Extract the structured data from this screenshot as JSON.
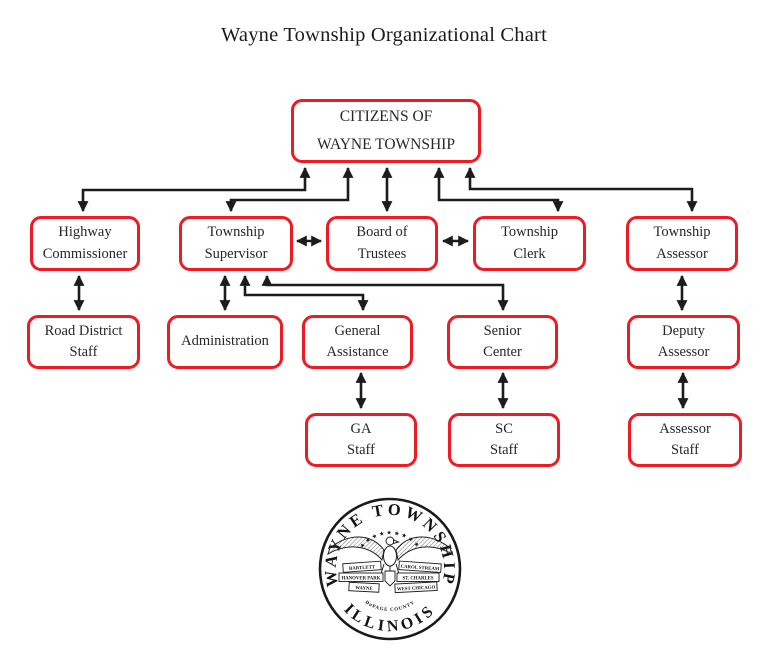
{
  "title": "Wayne Township Organizational Chart",
  "colors": {
    "box_border": "#ed1b23",
    "connector": "#1c1c1c",
    "text": "#26262e",
    "background": "#ffffff"
  },
  "chart": {
    "type": "org-chart",
    "nodes": {
      "citizens": {
        "line1": "CITIZENS OF",
        "line2": "WAYNE TOWNSHIP"
      },
      "highway_commissioner": {
        "line1": "Highway",
        "line2": "Commissioner"
      },
      "township_supervisor": {
        "line1": "Township",
        "line2": "Supervisor"
      },
      "board_of_trustees": {
        "line1": "Board of",
        "line2": "Trustees"
      },
      "township_clerk": {
        "line1": "Township",
        "line2": "Clerk"
      },
      "township_assessor": {
        "line1": "Township",
        "line2": "Assessor"
      },
      "road_district_staff": {
        "line1": "Road District",
        "line2": "Staff"
      },
      "administration": {
        "line1": "Administration"
      },
      "general_assistance": {
        "line1": "General",
        "line2": "Assistance"
      },
      "senior_center": {
        "line1": "Senior",
        "line2": "Center"
      },
      "deputy_assessor": {
        "line1": "Deputy",
        "line2": "Assessor"
      },
      "ga_staff": {
        "line1": "GA",
        "line2": "Staff"
      },
      "sc_staff": {
        "line1": "SC",
        "line2": "Staff"
      },
      "assessor_staff": {
        "line1": "Assessor",
        "line2": "Staff"
      }
    },
    "edges": [
      "Citizens ↔ Highway Commissioner",
      "Citizens ↔ Township Supervisor",
      "Citizens ↔ Board of Trustees",
      "Citizens ↔ Township Clerk",
      "Citizens ↔ Township Assessor",
      "Township Supervisor ↔ Board of Trustees",
      "Board of Trustees ↔ Township Clerk",
      "Highway Commissioner ↔ Road District Staff",
      "Township Supervisor ↔ Administration",
      "Township Supervisor ↔ General Assistance",
      "Township Supervisor ↔ Senior Center",
      "Township Assessor ↔ Deputy Assessor",
      "General Assistance ↔ GA Staff",
      "Senior Center ↔ SC Staff",
      "Deputy Assessor ↔ Assessor Staff"
    ]
  },
  "seal": {
    "arc_top": "WAYNE TOWNSHIP",
    "stars": "★★★★★★★★★",
    "banners": [
      "BARTLETT",
      "CAROL STREAM",
      "HANOVER PARK",
      "ST. CHARLES",
      "WAYNE",
      "WEST CHICAGO"
    ],
    "county": "DuPAGE COUNTY",
    "arc_bottom": "ILLINOIS"
  }
}
